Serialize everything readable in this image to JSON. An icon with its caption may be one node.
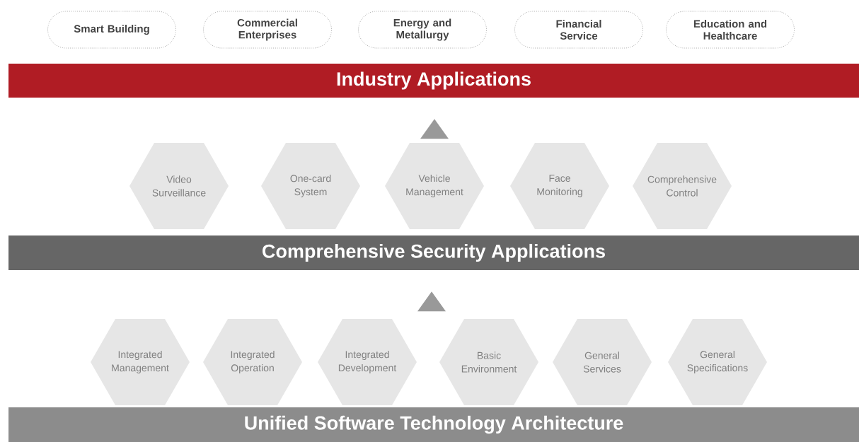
{
  "diagram": {
    "nodes": [
      {
        "text": [
          "Smart Building"
        ]
      },
      {
        "text": [
          "Commercial Enterprises"
        ]
      },
      {
        "text": [
          "Energy and Metallurgy"
        ]
      },
      {
        "text": [
          "Financial Service"
        ]
      },
      {
        "text": [
          "Education and Healthcare"
        ]
      },
      {
        "text": [
          "Industry Applications"
        ]
      },
      {
        "text": [
          "Video Surveillance"
        ]
      },
      {
        "text": [
          "One-card System"
        ]
      },
      {
        "text": [
          "Vehicle Management"
        ]
      },
      {
        "text": [
          "Face Monitoring"
        ]
      },
      {
        "text": [
          "Comprehensive Control"
        ]
      },
      {
        "text": [
          "Comprehensive Security Applications"
        ]
      },
      {
        "text": [
          "Integrated Management"
        ]
      },
      {
        "text": [
          "Integrated Operation"
        ]
      },
      {
        "text": [
          "Integrated Development"
        ]
      },
      {
        "text": [
          "Basic Environment"
        ]
      },
      {
        "text": [
          "General Services"
        ]
      },
      {
        "text": [
          "General Specifications"
        ]
      },
      {
        "text": [
          "Unified Software Technology Architecture"
        ]
      }
    ],
    "edges": [
      {
        "from": 8,
        "to": 5,
        "arrow": "to"
      },
      {
        "from": 14,
        "to": 11,
        "arrow": "to"
      }
    ]
  }
}
